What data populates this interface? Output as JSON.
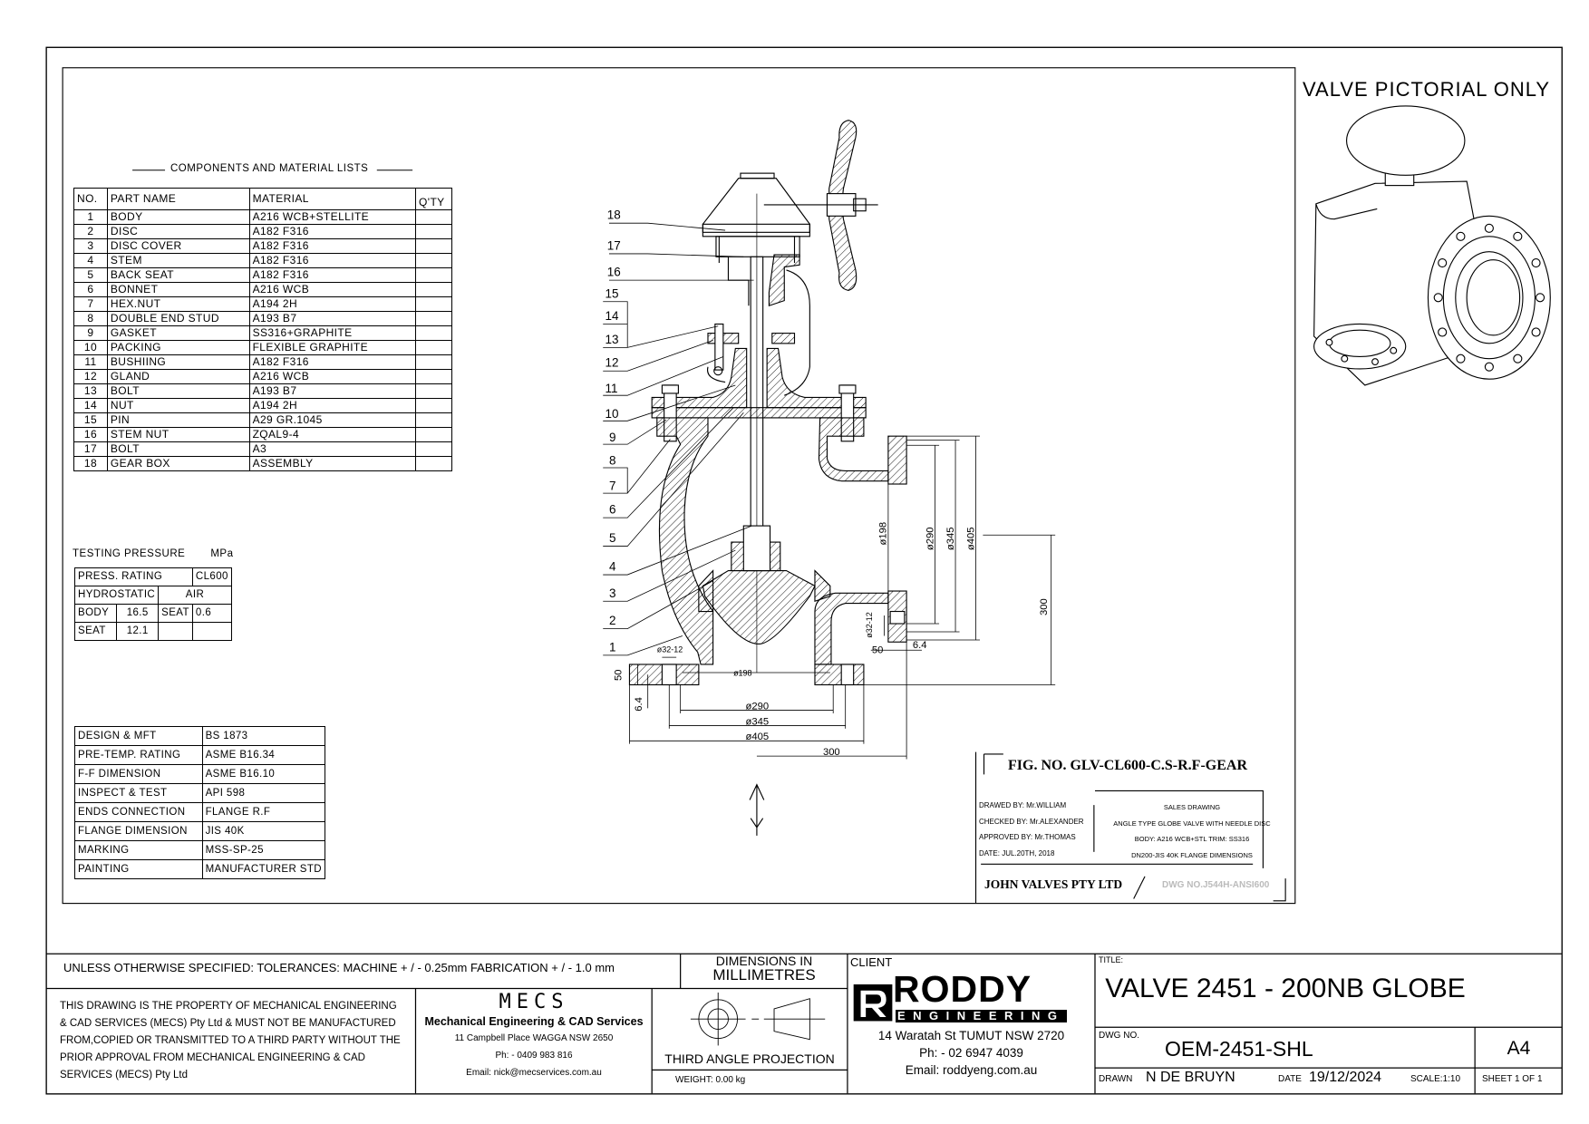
{
  "pictorial_label": "VALVE PICTORIAL ONLY",
  "components": {
    "caption": "COMPONENTS AND MATERIAL LISTS",
    "headers": [
      "NO.",
      "PART NAME",
      "MATERIAL",
      "Q'TY"
    ],
    "rows": [
      [
        "1",
        "BODY",
        "A216  WCB+STELLITE",
        ""
      ],
      [
        "2",
        "DISC",
        "A182  F316",
        ""
      ],
      [
        "3",
        "DISC  COVER",
        "A182  F316",
        ""
      ],
      [
        "4",
        "STEM",
        "A182  F316",
        ""
      ],
      [
        "5",
        "BACK  SEAT",
        "A182  F316",
        ""
      ],
      [
        "6",
        "BONNET",
        "A216  WCB",
        ""
      ],
      [
        "7",
        "HEX.NUT",
        "A194  2H",
        ""
      ],
      [
        "8",
        "DOUBLE  END  STUD",
        "A193  B7",
        ""
      ],
      [
        "9",
        "GASKET",
        "SS316+GRAPHITE",
        ""
      ],
      [
        "10",
        "PACKING",
        "FLEXIBLE  GRAPHITE",
        ""
      ],
      [
        "11",
        "BUSHIING",
        "A182  F316",
        ""
      ],
      [
        "12",
        "GLAND",
        "A216  WCB",
        ""
      ],
      [
        "13",
        "BOLT",
        "A193  B7",
        ""
      ],
      [
        "14",
        "NUT",
        "A194  2H",
        ""
      ],
      [
        "15",
        "PIN",
        "A29  GR.1045",
        ""
      ],
      [
        "16",
        "STEM  NUT",
        "ZQAL9-4",
        ""
      ],
      [
        "17",
        "BOLT",
        "A3",
        ""
      ],
      [
        "18",
        "GEAR  BOX",
        "ASSEMBLY",
        ""
      ]
    ]
  },
  "testing": {
    "title": "TESTING  PRESSURE",
    "unit": "MPa",
    "press_rating_label": "PRESS.  RATING",
    "press_rating_value": "CL600",
    "hydrostatic_label": "HYDROSTATIC",
    "air_label": "AIR",
    "body_label": "BODY",
    "body_value": "16.5",
    "air_seat_label": "SEAT",
    "air_seat_value": "0.6",
    "seat_label": "SEAT",
    "seat_value": "12.1"
  },
  "specs": [
    [
      "DESIGN  &  MFT",
      "BS  1873"
    ],
    [
      "PRE-TEMP.  RATING",
      "ASME  B16.34"
    ],
    [
      "F-F  DIMENSION",
      "ASME  B16.10"
    ],
    [
      "INSPECT  &  TEST",
      "API  598"
    ],
    [
      "ENDS  CONNECTION",
      "FLANGE  R.F"
    ],
    [
      "FLANGE  DIMENSION",
      "JIS  40K"
    ],
    [
      "MARKING",
      "MSS-SP-25"
    ],
    [
      "PAINTING",
      "MANUFACTURER  STD"
    ]
  ],
  "drawing": {
    "balloons": [
      "18",
      "17",
      "16",
      "15",
      "14",
      "13",
      "12",
      "11",
      "10",
      "9",
      "8",
      "7",
      "6",
      "5",
      "4",
      "3",
      "2",
      "1"
    ],
    "dims": {
      "r_d198": "ø198",
      "r_d290": "ø290",
      "r_d345": "ø345",
      "r_d405": "ø405",
      "r_300": "300",
      "r_bolt": "ø32-12",
      "r_64": "6.4",
      "r_50": "50",
      "b_bolt": "ø32-12",
      "b_50": "50",
      "b_64": "6.4",
      "b_d198": "ø198",
      "b_d290": "ø290",
      "b_d345": "ø345",
      "b_d405": "ø405",
      "b_300": "300"
    }
  },
  "fig_box": {
    "fig_no": "FIG.  NO.  GLV-CL600-C.S-R.F-GEAR",
    "drawed_by": "DRAWED  BY:  Mr.WILLIAM",
    "checked_by": "CHECKED  BY:  Mr.ALEXANDER",
    "approved_by": "APPROVED  BY:  Mr.THOMAS",
    "date": "DATE:  JUL.20TH,  2018",
    "notes": [
      "SALES  DRAWING",
      "ANGLE  TYPE  GLOBE  VALVE  WITH  NEEDLE  DISC",
      "BODY:  A216  WCB+STL  TRIM:  SS316",
      "DN200-JIS  40K  FLANGE  DIMENSIONS"
    ],
    "company": "JOHN  VALVES  PTY  LTD",
    "dwg_no": "DWG NO.J544H-ANSI600"
  },
  "title_block": {
    "tolerances": "UNLESS OTHERWISE SPECIFIED: TOLERANCES: MACHINE + / - 0.25mm  FABRICATION + / - 1.0 mm",
    "dimensions_line1": "DIMENSIONS IN",
    "dimensions_line2": "MILLIMETRES",
    "property_notice": "THIS DRAWING IS THE PROPERTY OF MECHANICAL ENGINEERING & CAD SERVICES (MECS) Pty Ltd & MUST NOT BE MANUFACTURED FROM,COPIED OR TRANSMITTED TO A THIRD PARTY WITHOUT THE PRIOR APPROVAL FROM MECHANICAL ENGINEERING & CAD SERVICES (MECS) Pty Ltd",
    "mecs_logo": "MECS",
    "mecs_name": "Mechanical Engineering & CAD Services",
    "mecs_address": "11 Campbell Place WAGGA NSW 2650",
    "mecs_phone": "Ph: - 0409 983 816",
    "mecs_email": "Email: nick@mecservices.com.au",
    "projection": "THIRD ANGLE PROJECTION",
    "weight": "WEIGHT: 0.00 kg",
    "client_label": "CLIENT",
    "client_logo_main": "RODDY",
    "client_logo_sub": "ENGINEERING",
    "client_address": "14 Waratah St TUMUT NSW 2720",
    "client_phone": "Ph: - 02 6947 4039",
    "client_email": "Email: roddyeng.com.au",
    "title_label": "TITLE:",
    "title": "VALVE 2451 - 200NB GLOBE",
    "dwg_label": "DWG NO.",
    "dwg_no": "OEM-2451-SHL",
    "size": "A4",
    "drawn_label": "DRAWN",
    "drawn_by": "N DE BRUYN",
    "date_label": "DATE",
    "date": "19/12/2024",
    "scale": "SCALE:1:10",
    "sheet": "SHEET 1 OF 1"
  }
}
